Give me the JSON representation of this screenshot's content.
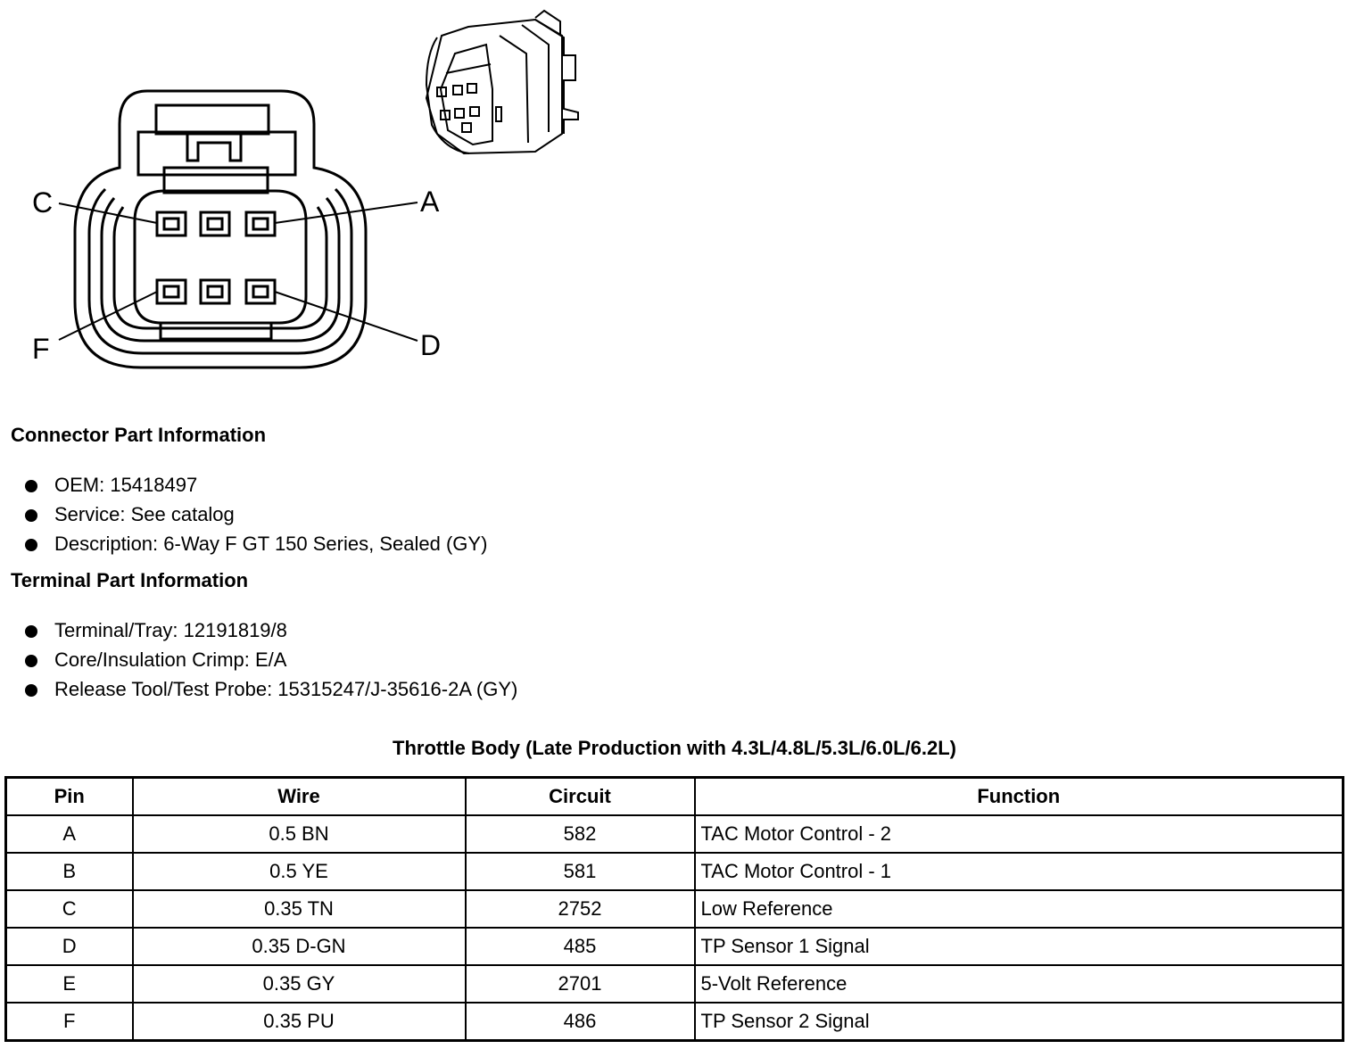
{
  "diagram": {
    "pin_labels": [
      "C",
      "A",
      "F",
      "D"
    ]
  },
  "connector_section": {
    "title": "Connector Part Information",
    "items": [
      "OEM: 15418497",
      "Service: See catalog",
      "Description: 6-Way F GT 150 Series, Sealed (GY)"
    ]
  },
  "terminal_section": {
    "title": "Terminal Part Information",
    "items": [
      "Terminal/Tray: 12191819/8",
      "Core/Insulation Crimp: E/A",
      "Release Tool/Test Probe: 15315247/J-35616-2A (GY)"
    ]
  },
  "table": {
    "title": "Throttle Body (Late Production with 4.3L/4.8L/5.3L/6.0L/6.2L)",
    "headers": [
      "Pin",
      "Wire",
      "Circuit",
      "Function"
    ],
    "rows": [
      [
        "A",
        "0.5 BN",
        "582",
        "TAC Motor Control - 2"
      ],
      [
        "B",
        "0.5 YE",
        "581",
        "TAC Motor Control - 1"
      ],
      [
        "C",
        "0.35 TN",
        "2752",
        "Low Reference"
      ],
      [
        "D",
        "0.35 D-GN",
        "485",
        "TP Sensor 1 Signal"
      ],
      [
        "E",
        "0.35 GY",
        "2701",
        "5-Volt Reference"
      ],
      [
        "F",
        "0.35 PU",
        "486",
        "TP Sensor 2 Signal"
      ]
    ]
  }
}
